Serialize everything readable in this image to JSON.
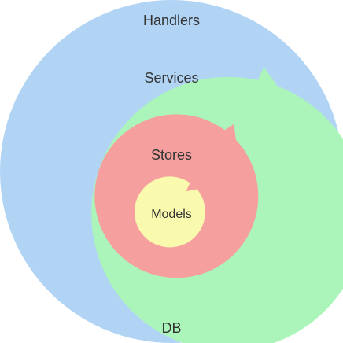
{
  "diagram": {
    "layers": [
      {
        "key": "handlers",
        "label": "Handlers",
        "color": "#b1d4f5"
      },
      {
        "key": "services",
        "label": "Services",
        "color": "#abf5bb"
      },
      {
        "key": "stores",
        "label": "Stores",
        "color": "#f5a09e"
      },
      {
        "key": "models",
        "label": "Models",
        "color": "#fafaaf"
      }
    ],
    "footer_label": "DB"
  }
}
